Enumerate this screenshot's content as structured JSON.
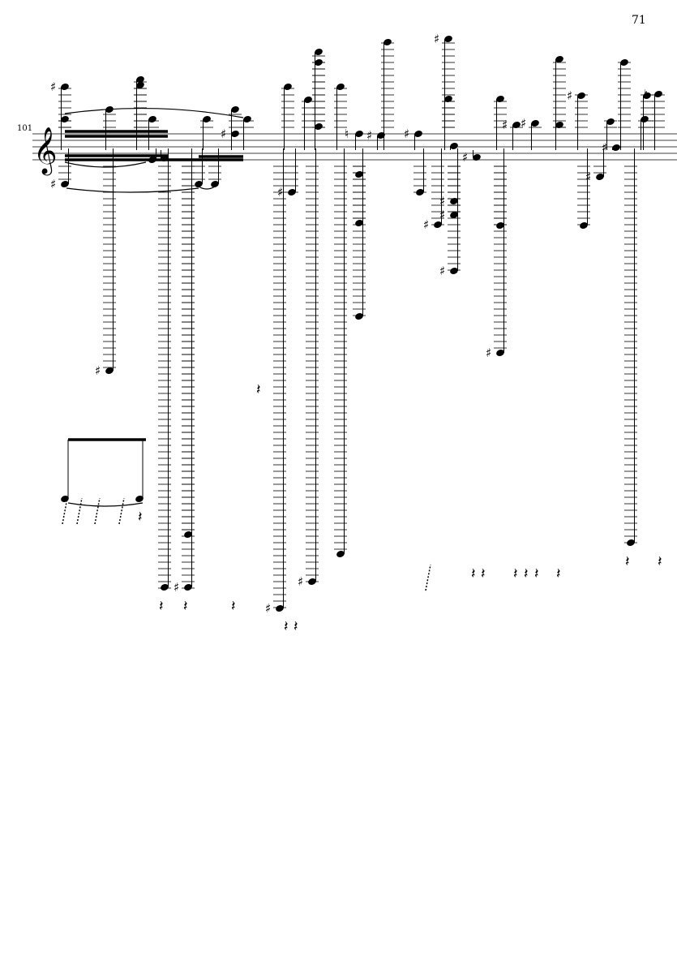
{
  "page": {
    "number": "71"
  },
  "system": {
    "measure_number": "101",
    "clef": "treble"
  },
  "colors": {
    "ink": "#000000",
    "paper": "#ffffff"
  }
}
